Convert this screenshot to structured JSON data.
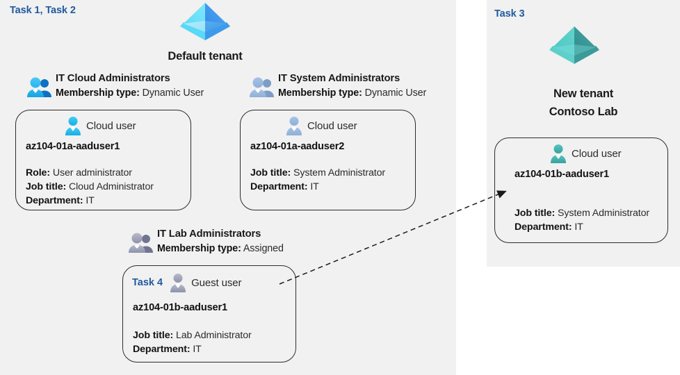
{
  "panels": {
    "left": {
      "task_tag": "Task 1, Task 2"
    },
    "right": {
      "task_tag": "Task 3"
    }
  },
  "tenants": [
    {
      "id": "default-tenant",
      "icon": "azure-ad-tenant-icon",
      "label_line1": "Default tenant",
      "label_line2": "",
      "color": "#32b0ef"
    },
    {
      "id": "contoso-lab-tenant",
      "icon": "azure-ad-tenant-icon",
      "label_line1": "New  tenant",
      "label_line2": "Contoso Lab",
      "color": "#4fb3ae"
    }
  ],
  "groups": [
    {
      "id": "it-cloud-administrators",
      "name": "IT Cloud Administrators",
      "membership_label": "Membership type:",
      "membership_value": "Dynamic User",
      "icon": "group-users-icon",
      "icon_tone": "blue"
    },
    {
      "id": "it-system-administrators",
      "name": "IT System Administrators",
      "membership_label": "Membership type:",
      "membership_value": "Dynamic User",
      "icon": "group-users-icon",
      "icon_tone": "steel"
    },
    {
      "id": "it-lab-administrators",
      "name": "IT Lab Administrators",
      "membership_label": "Membership type:",
      "membership_value": "Assigned",
      "icon": "group-users-icon",
      "icon_tone": "grey"
    }
  ],
  "cards": [
    {
      "id": "az104-01a-aaduser1",
      "inline_task": "",
      "user_type": "Cloud user",
      "avatar": "cloud-user-avatar-icon",
      "avatar_tone": "cyan",
      "upn": "az104-01a-aaduser1",
      "attrs": [
        {
          "label": "Role:",
          "value": "User administrator"
        },
        {
          "label": "Job title:",
          "value": "Cloud Administrator"
        },
        {
          "label": "Department:",
          "value": "IT"
        }
      ]
    },
    {
      "id": "az104-01a-aaduser2",
      "inline_task": "",
      "user_type": "Cloud user",
      "avatar": "cloud-user-avatar-icon",
      "avatar_tone": "steel",
      "upn": "az104-01a-aaduser2",
      "attrs": [
        {
          "label": "Job title:",
          "value": "System Administrator"
        },
        {
          "label": "Department:",
          "value": "IT"
        }
      ]
    },
    {
      "id": "az104-01b-aaduser1-guest",
      "inline_task": "Task 4",
      "user_type": "Guest user",
      "avatar": "guest-user-avatar-icon",
      "avatar_tone": "grey",
      "upn": "az104-01b-aaduser1",
      "attrs": [
        {
          "label": "Job title:",
          "value": "Lab Administrator"
        },
        {
          "label": "Department:",
          "value": "IT"
        }
      ]
    },
    {
      "id": "az104-01b-aaduser1-cloud",
      "inline_task": "",
      "user_type": "Cloud user",
      "avatar": "cloud-user-avatar-icon",
      "avatar_tone": "teal",
      "upn": "az104-01b-aaduser1",
      "attrs": [
        {
          "label": "Job title:",
          "value": "System Administrator"
        },
        {
          "label": "Department:",
          "value": "IT"
        }
      ]
    }
  ],
  "connector": {
    "id": "guest-to-cloud-user-arrow",
    "style": "dashed-arrow",
    "color": "#1a1a1a"
  },
  "colors": {
    "panel_background": "#f1f1f1",
    "task_tag": "#1f5a9e",
    "card_border": "#2b2b2b",
    "text": "#1a1a1a"
  }
}
